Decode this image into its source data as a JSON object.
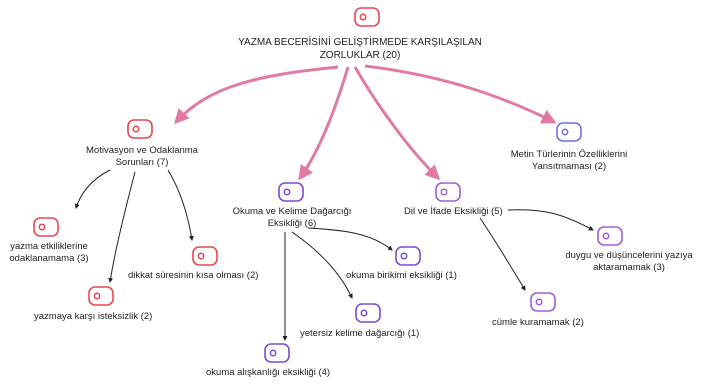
{
  "root": {
    "line1": "YAZMA BECERİSİNİ GELİŞTİRMEDE KARŞILAŞILAN",
    "line2": "ZORLUKLAR (20)"
  },
  "nodes": {
    "motivation": {
      "line1": "Motivasyon ve Odaklanma",
      "line2": "Sorunları (7)"
    },
    "reading_vocab": {
      "line1": "Okuma ve Kelime Dağarcığı",
      "line2": "Eksikliği (6)"
    },
    "language": {
      "line1": "Dil ve İfade Eksikliği (5)"
    },
    "text_types": {
      "line1": "Metin Türlerinin Özelliklerini",
      "line2": "Yansıtmaması (2)"
    },
    "focus_activities": {
      "line1": "yazma etkiliklerine",
      "line2": "odaklanamama (3)"
    },
    "attention_span": {
      "line1": "dikkat süresinin kısa olması (2)"
    },
    "reluctance": {
      "line1": "yazmaya karşı isteksizlik (2)"
    },
    "reading_accum": {
      "line1": "okuma birikimi eksikliği (1)"
    },
    "vocab": {
      "line1": "yetersiz kelime dağarcığı (1)"
    },
    "reading_habit": {
      "line1": "okuma alışkanlığı eksikliği (4)"
    },
    "sentence": {
      "line1": "cümle kuramamak (2)"
    },
    "feelings": {
      "line1": "duygu ve düşüncelerini yazıya",
      "line2": "aktaramamak (3)"
    }
  },
  "colors": {
    "red": "#e8484f",
    "purple": "#7b4ad6",
    "violet": "#a45be0",
    "blue": "#6f6fe6",
    "pink_arrow": "#e07aa5",
    "dark_arrow": "#222222"
  },
  "icon": "tag-icon"
}
